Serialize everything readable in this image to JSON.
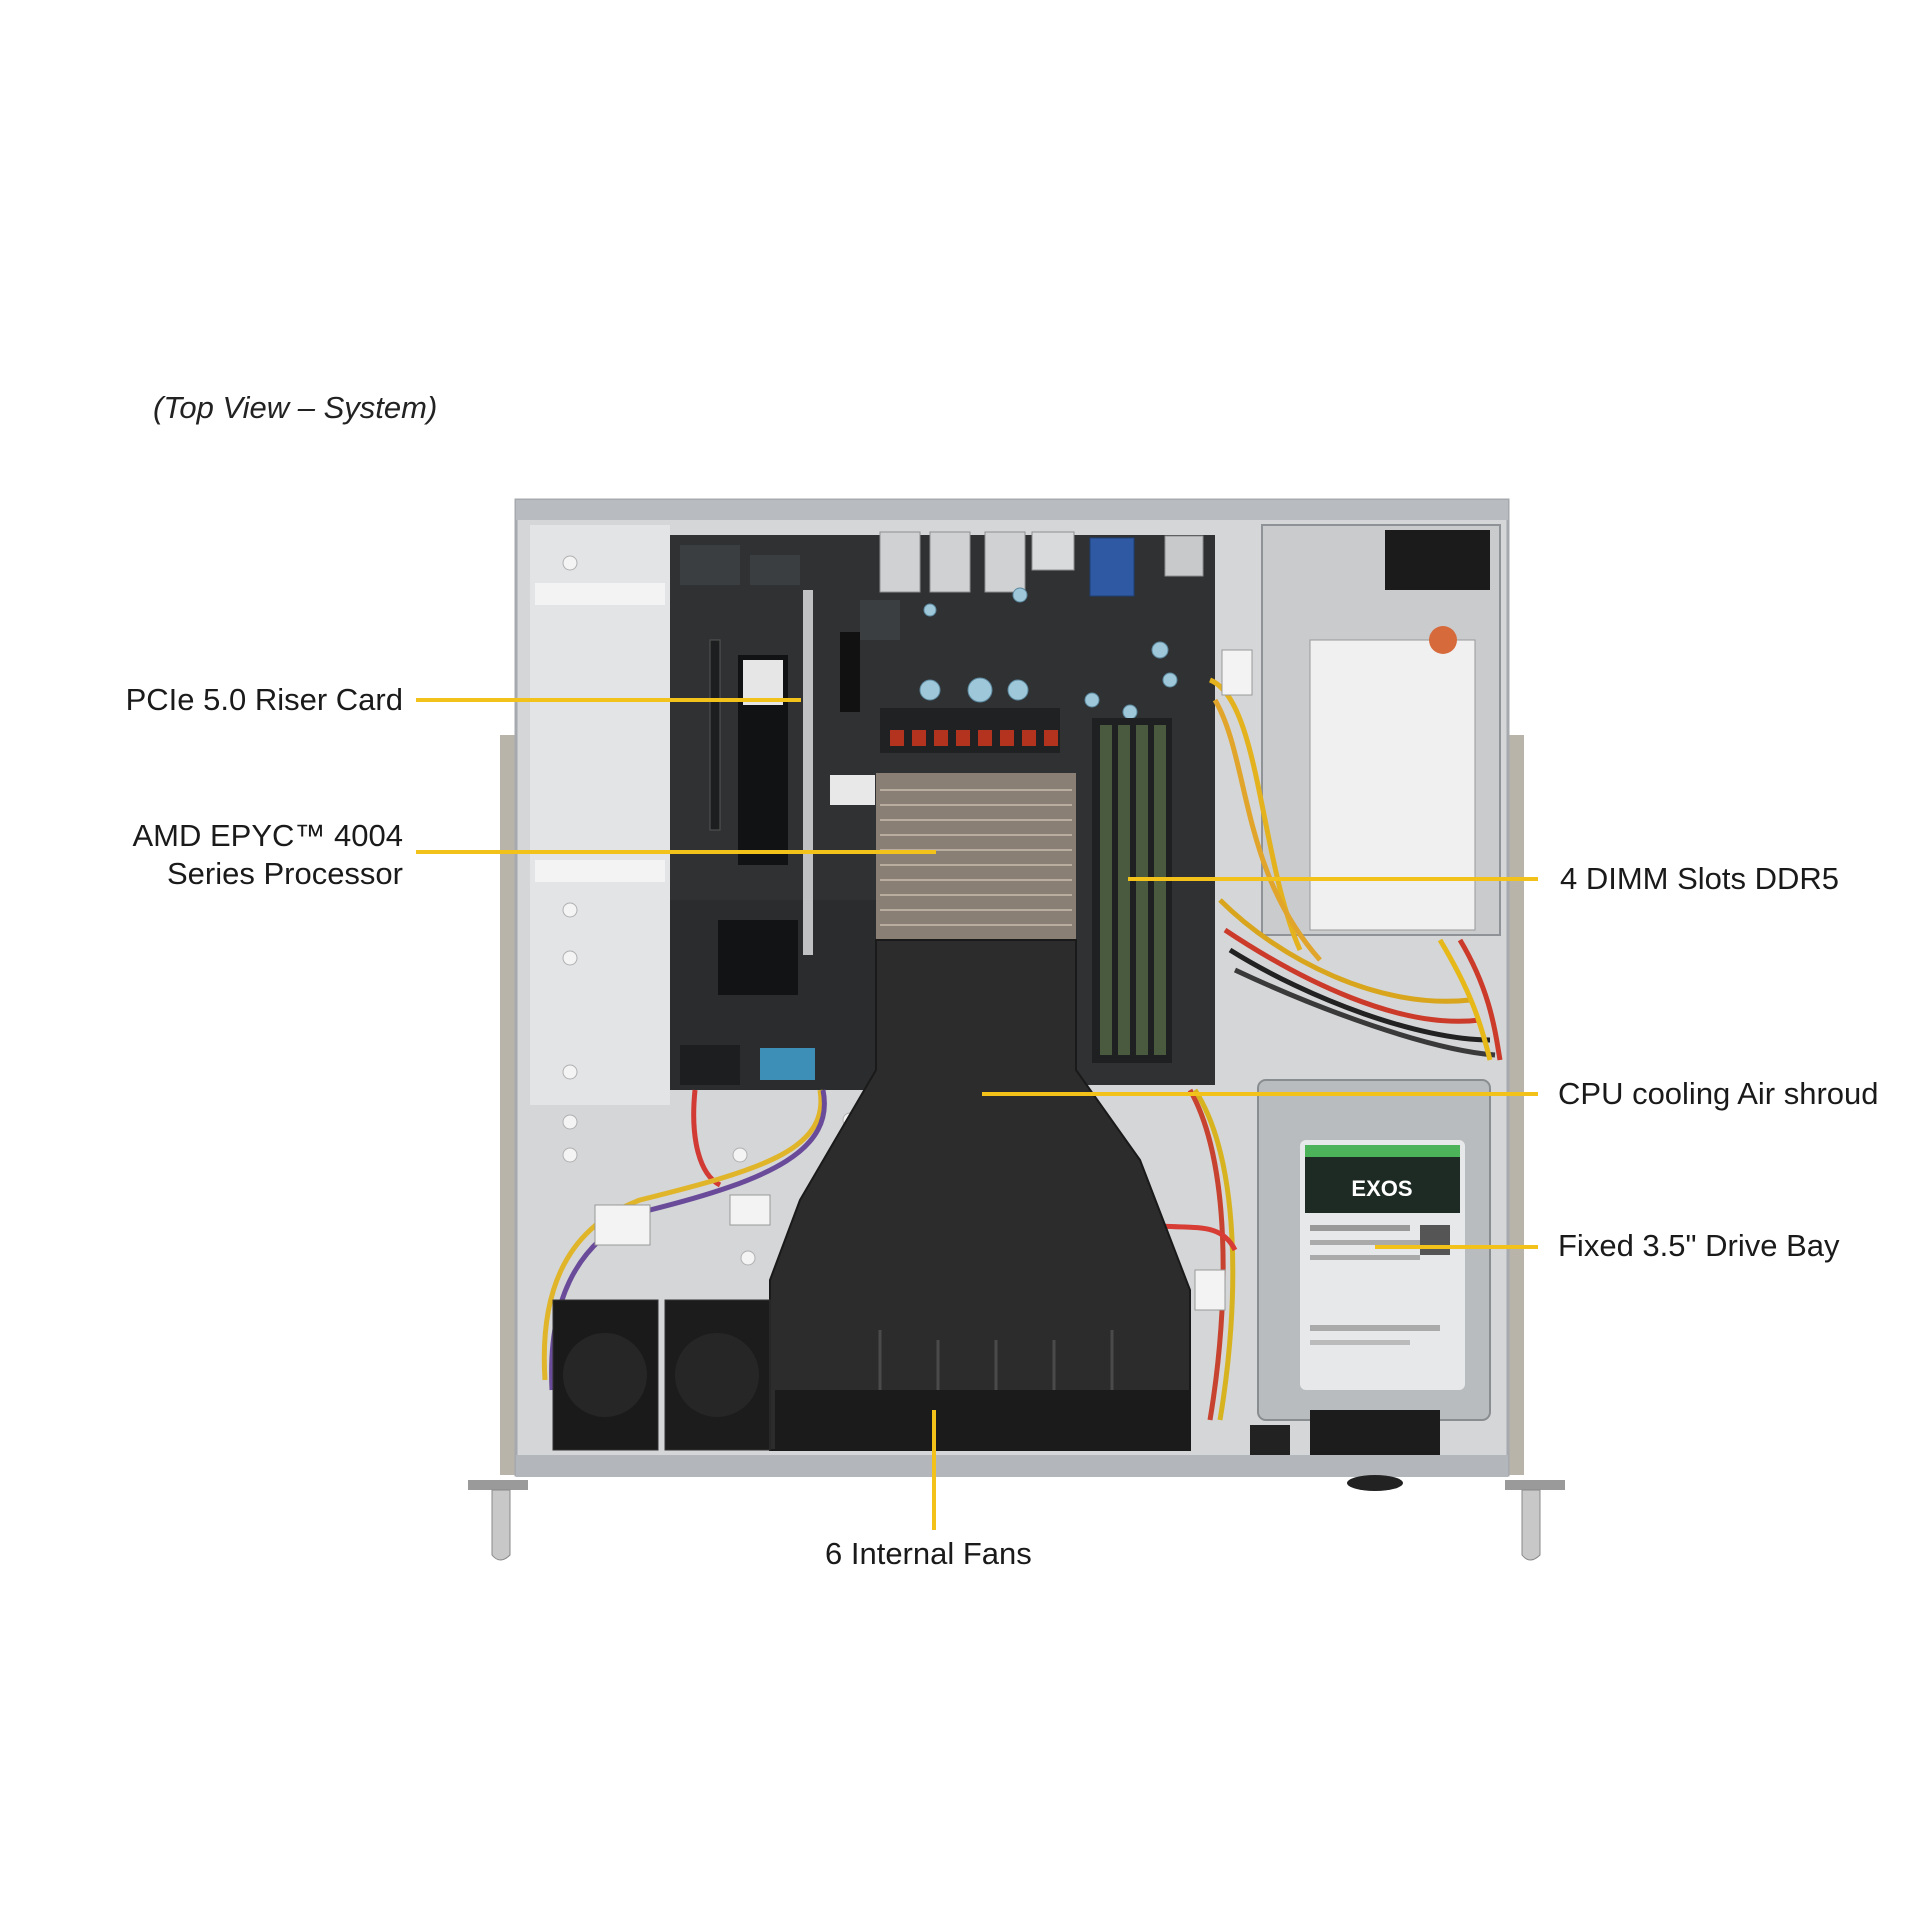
{
  "caption": "(Top View – System)",
  "callouts": {
    "riser": "PCIe 5.0 Riser Card",
    "cpu_line1": "AMD EPYC™ 4004",
    "cpu_line2": "Series Processor",
    "dimm": "4 DIMM  Slots DDR5",
    "shroud": "CPU cooling Air shroud",
    "drive": "Fixed 3.5\" Drive Bay",
    "fans": "6 Internal  Fans"
  },
  "drive_brand": "EXOS",
  "colors": {
    "leader_line": "#f2c21b",
    "chassis": "#c9cccf",
    "board": "#2b2d2f",
    "shroud": "#2a2a2a"
  }
}
